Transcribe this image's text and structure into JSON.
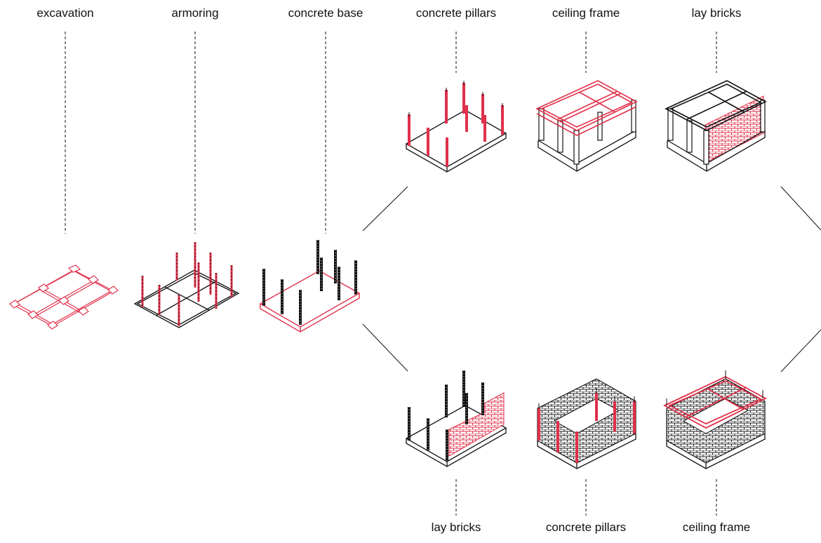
{
  "colors": {
    "accent": "#e0304a",
    "ink": "#111111"
  },
  "top_labels": [
    "excavation",
    "armoring",
    "concrete base",
    "concrete pillars",
    "ceiling frame",
    "lay bricks"
  ],
  "bottom_labels": [
    "lay bricks",
    "concrete pillars",
    "ceiling frame"
  ]
}
